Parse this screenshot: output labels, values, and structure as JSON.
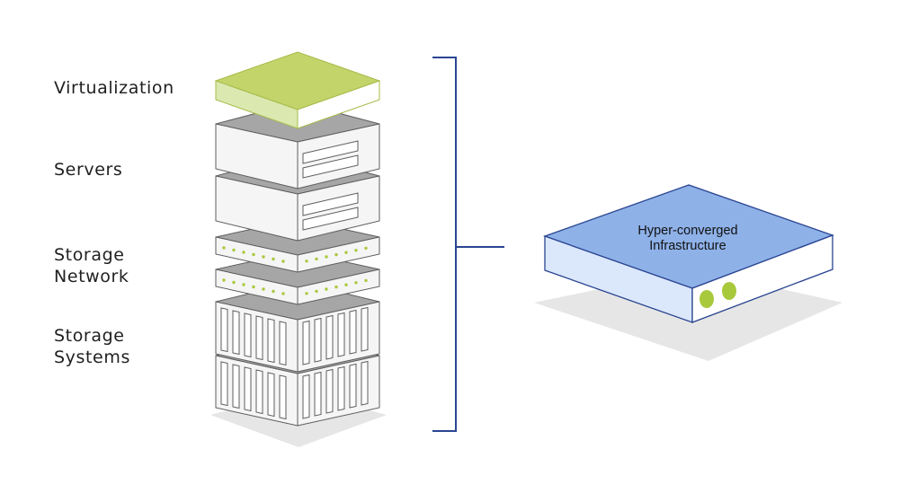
{
  "layers": {
    "virtualization": {
      "label": "Virtualization"
    },
    "servers": {
      "label": "Servers"
    },
    "storage_network": {
      "line1": "Storage",
      "line2": "Network"
    },
    "storage_systems": {
      "line1": "Storage",
      "line2": "Systems"
    }
  },
  "hyperconverged": {
    "line1": "Hyper-converged",
    "line2": "Infrastructure"
  },
  "colors": {
    "virtualization_top": "#c3d46a",
    "virtualization_front": "#dbe8b0",
    "unit_top": "#a6a6a6",
    "unit_face": "#f5f5f5",
    "unit_stroke": "#5e5e5e",
    "led_green": "#a9c93d",
    "bracket": "#2a4591",
    "hci_top": "#8eb1e8",
    "hci_front": "#dbe7fb",
    "hci_right": "#ffffff",
    "hci_led": "#a9c93d",
    "shadow": "#e6e6e6"
  }
}
